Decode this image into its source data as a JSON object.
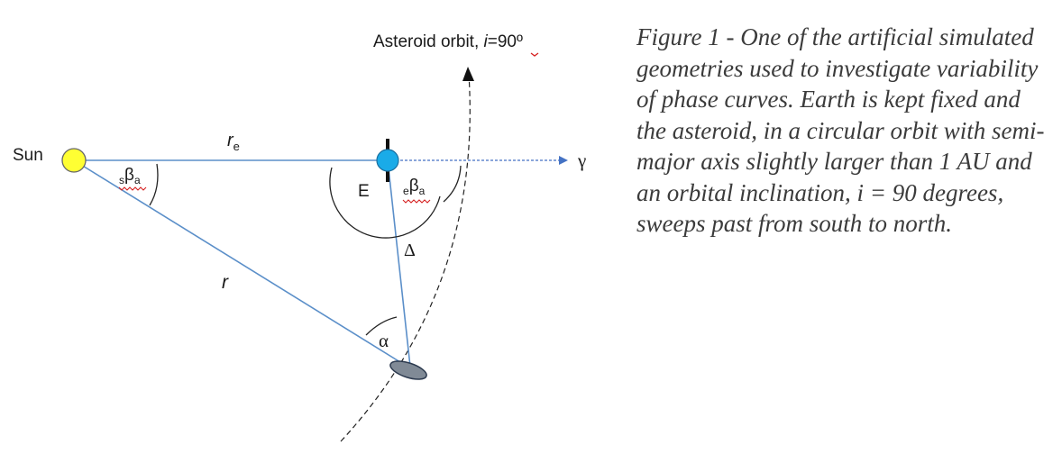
{
  "diagram": {
    "labels": {
      "sun": "Sun",
      "orbit_prefix": "Asteroid orbit, ",
      "orbit_i": "i",
      "orbit_value": "=90º",
      "r_e_main": "r",
      "r_e_sub": "e",
      "gamma": "γ",
      "s_beta_pre": "s",
      "s_beta_main": "β",
      "s_beta_sub": "a",
      "earth": "E",
      "e_beta_pre": "e",
      "e_beta_main": "β",
      "e_beta_sub": "a",
      "delta": "Δ",
      "r": "r",
      "alpha": "α"
    },
    "colors": {
      "sun_fill": "#ffff33",
      "earth_fill": "#1aabe8",
      "asteroid_fill": "#808a96",
      "line_blue": "#5b8fc9",
      "arrow_blue": "#4472c4",
      "spellcheck_red": "#d62020"
    }
  },
  "caption": {
    "text": "Figure 1 - One of the artificial simulated geometries used to investigate variability of phase curves. Earth is kept fixed and the asteroid, in a circular orbit with semi-major axis slightly larger than 1 AU and an orbital inclination, i = 90 degrees, sweeps past from south to north."
  }
}
